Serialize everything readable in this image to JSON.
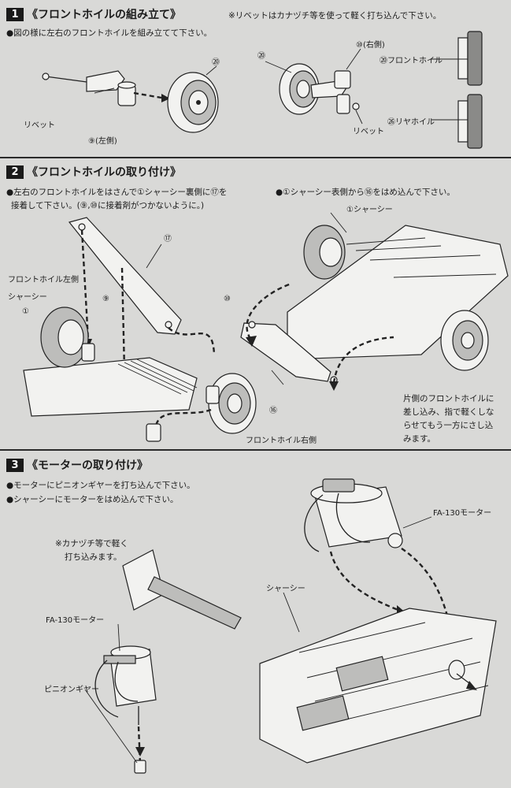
{
  "s1": {
    "num": "1",
    "title": "《フロントホイルの組み立て》",
    "instr1": "●図の様に左右のフロントホイルを組み立てて下さい。",
    "note": "※リベットはカナヅチ等を使って軽く打ち込んで下さい。",
    "lbl_20a": "⑳",
    "lbl_20b": "⑳",
    "lbl_10": "⑩(右側)",
    "lbl_rivet_l": "リベット",
    "lbl_9": "⑨(左側)",
    "lbl_rivet_r": "リベット",
    "lbl_front": "⑳フロントホイル",
    "lbl_rear": "㉖リヤホイル"
  },
  "s2": {
    "num": "2",
    "title": "《フロントホイルの取り付け》",
    "instr1": "●左右のフロントホイルをはさんで①シャーシー裏側に⑰を",
    "instr2": "接着して下さい。(⑨,⑩に接着剤がつかないように。)",
    "instr_r": "●①シャーシー表側から⑯をはめ込んで下さい。",
    "lbl_chassis_r": "①シャーシー",
    "lbl_17": "⑰",
    "lbl_front_left": "フロントホイル左側",
    "lbl_chassis_l": "シャーシー",
    "lbl_1": "①",
    "lbl_9": "⑨",
    "lbl_10": "⑩",
    "lbl_16": "⑯",
    "lbl_front_right": "フロントホイル右側",
    "note1": "片側のフロントホイルに",
    "note2": "差し込み、指で軽くしな",
    "note3": "らせてもう一方にさし込",
    "note4": "みます。"
  },
  "s3": {
    "num": "3",
    "title": "《モーターの取り付け》",
    "instr1": "●モーターにピニオンギヤーを打ち込んで下さい。",
    "instr2": "●シャーシーにモーターをはめ込んで下さい。",
    "note1": "※カナヅチ等で軽く",
    "note2": "打ち込みます。",
    "lbl_motor_l": "FA-130モーター",
    "lbl_pinion": "ピニオンギヤー",
    "lbl_motor_r": "FA-130モーター",
    "lbl_chassis": "シャーシー"
  }
}
